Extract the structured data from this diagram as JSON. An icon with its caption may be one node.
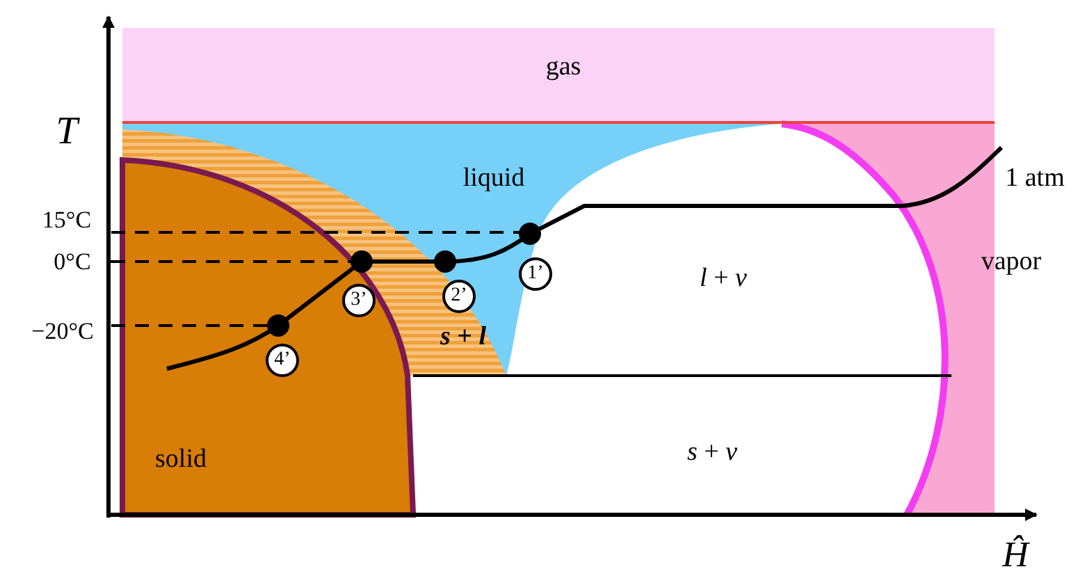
{
  "diagram": {
    "labels": [
      "T",
      "gas",
      "liquid",
      "1 atm",
      "15°C",
      "1’",
      "0°C",
      "vapor",
      "3’",
      "2’",
      "*l* + *v*",
      "−20°C",
      "*s* + *l*",
      "4’",
      "solid",
      "*s* + *v*",
      "Ĥ"
    ]
  }
}
